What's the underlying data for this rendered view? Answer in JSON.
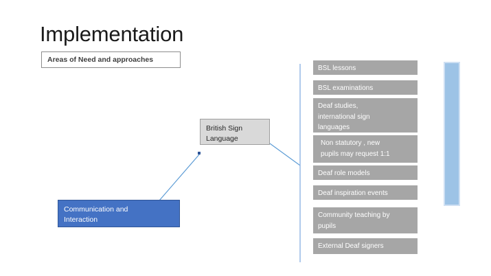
{
  "slide": {
    "title": "Implementation",
    "subtitle": "Areas of Need and approaches",
    "background_color": "#ffffff"
  },
  "colors": {
    "root_fill": "#4472c4",
    "root_border": "#2f5597",
    "root_text": "#ffffff",
    "mid_fill": "#d9d9d9",
    "mid_border": "#9e9e9e",
    "mid_text": "#262626",
    "leaf_fill": "#a6a6a6",
    "leaf_text": "#ffffff",
    "connector": "#5b9bd5",
    "bar_fill": "#9dc3e6",
    "bar_border": "#cfe0f3",
    "subtitle_border": "#8c8c8c",
    "title_text": "#1a1a1a"
  },
  "diagram": {
    "root_node": {
      "line1": "Communication and",
      "line2": "Interaction"
    },
    "mid_node": {
      "line1": "British Sign",
      "line2": "Language"
    },
    "leaves": [
      {
        "lines": [
          "BSL lessons"
        ]
      },
      {
        "lines": [
          "BSL examinations"
        ]
      },
      {
        "lines": [
          "Deaf studies,",
          "international sign",
          "languages"
        ]
      },
      {
        "lines": [
          "Non statutory , new",
          "pupils may request 1:1"
        ]
      },
      {
        "lines": [
          "Deaf role models"
        ]
      },
      {
        "lines": [
          "Deaf inspiration events"
        ]
      },
      {
        "lines": [
          "Community teaching by",
          "pupils"
        ]
      },
      {
        "lines": [
          "External  Deaf signers"
        ]
      }
    ],
    "branch_line": {
      "label": "vertical-branch-line"
    },
    "side_bar": {
      "label": "blue-accent-bar"
    }
  }
}
